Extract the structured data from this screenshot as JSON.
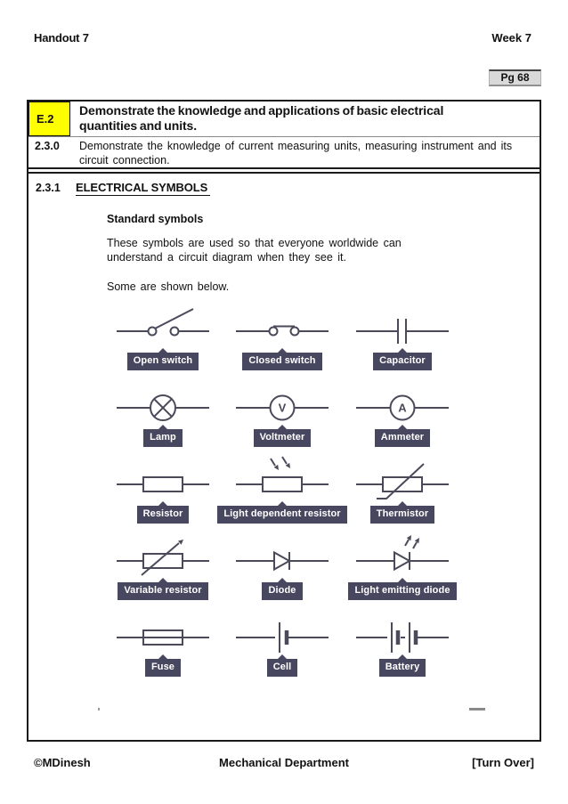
{
  "header": {
    "doc_title": "Handout 7",
    "week": "Week 7",
    "page_badge": "Pg 68"
  },
  "objectives": {
    "rows": [
      {
        "code": "E.2",
        "text": "Demonstrate the knowledge and applications of basic electrical quantities and units."
      },
      {
        "code": "2.3.0",
        "text": "Demonstrate the knowledge of current measuring units, measuring instrument and its circuit connection."
      }
    ]
  },
  "section": {
    "number": "2.3.1",
    "title": "ELECTRICAL SYMBOLS",
    "subheading": "Standard symbols",
    "intro": "These symbols are used so that everyone worldwide can understand a circuit diagram when they see it.",
    "note": "Some are shown below."
  },
  "symbols": [
    {
      "id": "open-switch",
      "label": "Open switch"
    },
    {
      "id": "closed-switch",
      "label": "Closed switch"
    },
    {
      "id": "capacitor",
      "label": "Capacitor"
    },
    {
      "id": "lamp",
      "label": "Lamp"
    },
    {
      "id": "voltmeter",
      "label": "Voltmeter",
      "letter": "V"
    },
    {
      "id": "ammeter",
      "label": "Ammeter",
      "letter": "A"
    },
    {
      "id": "resistor",
      "label": "Resistor"
    },
    {
      "id": "light-dependent-resistor",
      "label": "Light dependent resistor"
    },
    {
      "id": "thermistor",
      "label": "Thermistor"
    },
    {
      "id": "variable-resistor",
      "label": "Variable resistor"
    },
    {
      "id": "diode",
      "label": "Diode"
    },
    {
      "id": "light-emitting-diode",
      "label": "Light emitting diode"
    },
    {
      "id": "fuse",
      "label": "Fuse"
    },
    {
      "id": "cell",
      "label": "Cell"
    },
    {
      "id": "battery",
      "label": "Battery"
    }
  ],
  "footer": {
    "left": "©MDinesh",
    "center": "Mechanical Department",
    "right": "[Turn Over]"
  },
  "colors": {
    "highlight_yellow": "#ffff00",
    "badge_background": "#47475f",
    "symbol_stroke": "#4a4a5a",
    "page_badge_background": "#d9d9d9"
  }
}
